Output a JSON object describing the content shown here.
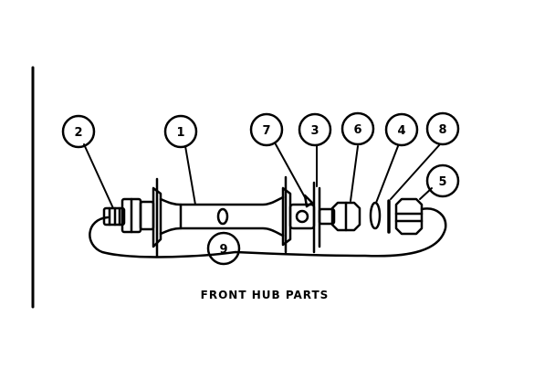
{
  "caption": "FRONT HUB PARTS",
  "callouts": [
    "1",
    "2",
    "3",
    "4",
    "5",
    "6",
    "7",
    "8",
    "9"
  ],
  "colors": {
    "ink": "#000000",
    "paper": "#ffffff"
  }
}
